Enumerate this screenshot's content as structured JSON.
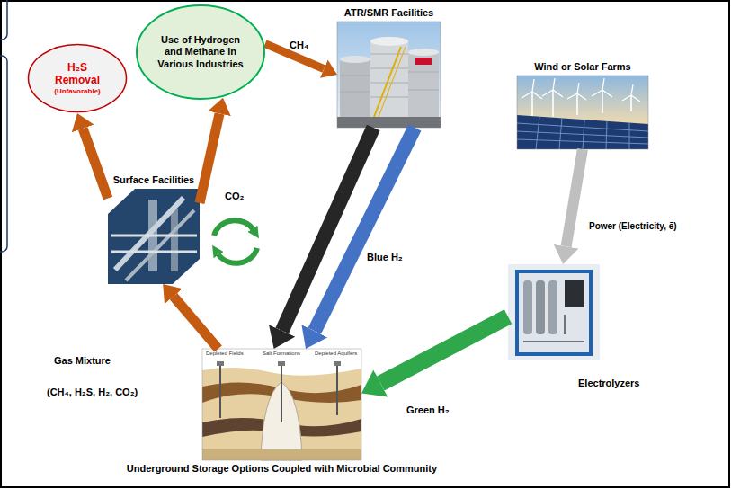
{
  "diagram": {
    "nodes": [
      {
        "text": [
          "H₂S Removal",
          "(Unfavorable)"
        ]
      },
      {
        "text": [
          "Use of Hydrogen and Methane in Various Industries"
        ]
      },
      {
        "text": [
          "ATR/SMR Facilities"
        ]
      },
      {
        "text": [
          "Wind or Solar Farms"
        ]
      },
      {
        "text": [
          "Surface Facilities"
        ]
      },
      {
        "text": [
          "Electrolyzers"
        ]
      },
      {
        "text": [
          "Underground Storage Options Coupled with Microbial Community"
        ]
      }
    ],
    "edges": [
      {
        "from": 4,
        "to": 0,
        "arrow": "to"
      },
      {
        "from": 4,
        "to": 1,
        "arrow": "to"
      },
      {
        "from": 1,
        "to": 2,
        "label": "CH₄",
        "arrow": "to"
      },
      {
        "from": 2,
        "to": 6,
        "arrow": "to"
      },
      {
        "from": 2,
        "to": 6,
        "label": "Blue H₂",
        "arrow": "to"
      },
      {
        "from": 3,
        "to": 5,
        "label": "Power (Electricity, ē)",
        "arrow": "to"
      },
      {
        "from": 5,
        "to": 6,
        "label": "Green H₂",
        "arrow": "to"
      },
      {
        "from": 6,
        "to": 4,
        "label": "Gas Mixture",
        "arrow": "to"
      }
    ],
    "labels": [
      "CO₂",
      "(CH₄, H₂S, H₂, CO₂)",
      "Depleted Fields",
      "Salt Formations",
      "Depleted Aquifers"
    ]
  }
}
